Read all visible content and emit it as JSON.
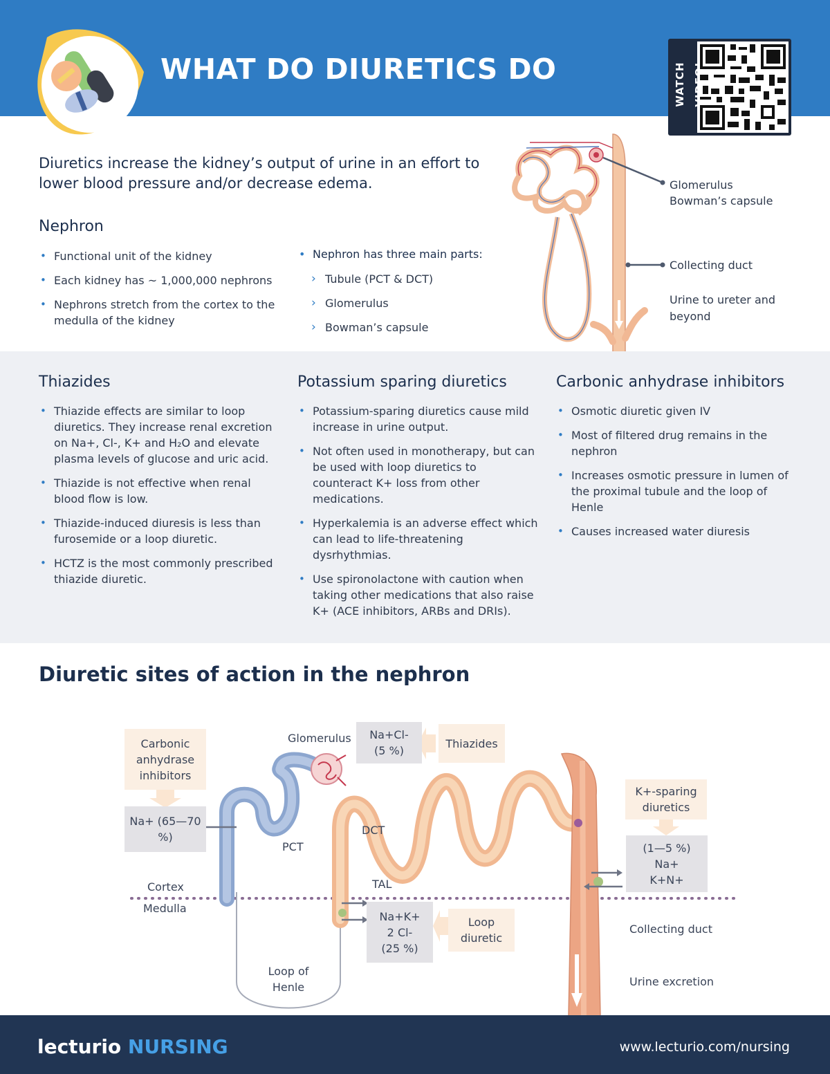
{
  "header": {
    "title": "WHAT DO DIURETICS DO",
    "qr_label": "WATCH VIDEO!"
  },
  "intro": "Diuretics increase the kidney’s output of urine in an effort to lower blood pressure and/or decrease edema.",
  "nephron": {
    "heading": "Nephron",
    "bullets": [
      "Functional unit of the kidney",
      "Each kidney has ~ 1,000,000 nephrons",
      "Nephrons stretch from the cortex to the medulla of the kidney"
    ],
    "parts_heading": "Nephron has three main parts:",
    "parts": [
      "Tubule (PCT & DCT)",
      "Glomerulus",
      "Bowman’s capsule"
    ]
  },
  "kidney_labels": {
    "glomerulus": "Glomerulus",
    "bowman": "Bowman’s capsule",
    "collecting_duct": "Collecting duct",
    "urine": "Urine to ureter and beyond"
  },
  "thiazides": {
    "heading": "Thiazides",
    "bullets": [
      "Thiazide effects are similar to loop diuretics. They increase renal excretion on Na+, Cl-, K+ and H₂O and elevate plasma levels of glucose and uric acid.",
      "Thiazide is not effective when renal blood flow is low.",
      "Thiazide-induced diuresis is less than furosemide or a loop diuretic.",
      "HCTZ is the most commonly prescribed thiazide diuretic."
    ]
  },
  "potassium": {
    "heading": "Potassium sparing diuretics",
    "bullets": [
      "Potassium-sparing diuretics cause mild increase in urine output.",
      "Not often used in monotherapy, but can be used with loop diuretics to counteract K+ loss from other medications.",
      "Hyperkalemia is an adverse effect which can lead to life-threatening dysrhythmias.",
      "Use spironolactone with caution when taking other medications that also raise K+ (ACE inhibitors, ARBs and DRIs)."
    ]
  },
  "carbonic": {
    "heading": "Carbonic anhydrase inhibitors",
    "bullets": [
      "Osmotic diuretic given IV",
      "Most of filtered drug remains in the nephron",
      "Increases osmotic pressure in lumen of the proximal tubule and the loop of Henle",
      "Causes increased water diuresis"
    ]
  },
  "sites": {
    "title": "Diuretic sites of action in the nephron",
    "carbonic_box": "Carbonic anhydrase inhibitors",
    "na_box": "Na+ (65—70 %)",
    "glomerulus": "Glomerulus",
    "nacl_box": "Na+Cl- (5 %)",
    "thiazides_box": "Thiazides",
    "pct": "PCT",
    "dct": "DCT",
    "tal": "TAL",
    "cortex": "Cortex",
    "medulla": "Medulla",
    "loop_henle": "Loop of Henle",
    "nak_box": "Na+K+ 2 Cl- (25 %)",
    "loop_diuretic_box": "Loop diuretic",
    "ksparing_box": "K+-sparing diuretics",
    "pct_box": "(1—5 %) Na+ K+N+",
    "collecting_duct": "Collecting duct",
    "urine_excretion": "Urine excretion"
  },
  "footer": {
    "brand": "lecturio",
    "nursing": "NURSING",
    "url": "www.lecturio.com/nursing"
  },
  "colors": {
    "header_blue": "#2f7cc4",
    "footer_navy": "#213553",
    "peach": "#fbefe3",
    "tubule": "#f3c69d",
    "pct_blue": "#9ab4d6"
  }
}
